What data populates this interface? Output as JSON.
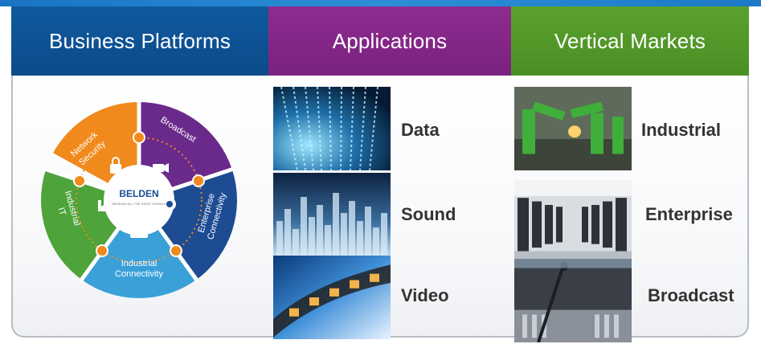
{
  "headers": {
    "business_platforms": "Business Platforms",
    "applications": "Applications",
    "vertical_markets": "Vertical Markets"
  },
  "wheel": {
    "brand": "BELDEN",
    "tagline": "SENDING ALL THE RIGHT SIGNALS",
    "segments": {
      "network_security": [
        "Network",
        "Security"
      ],
      "broadcast": "Broadcast",
      "enterprise_connectivity": [
        "Enterprise",
        "Connectivity"
      ],
      "industrial_connectivity": [
        "Industrial",
        "Connectivity"
      ],
      "industrial_it": [
        "Industrial",
        "IT"
      ]
    },
    "colors": {
      "network_security": "#f08a1c",
      "broadcast": "#6a2a8c",
      "enterprise_connectivity": "#1d4c92",
      "industrial_connectivity": "#3aa0d8",
      "industrial_it": "#4ea33a"
    }
  },
  "applications": [
    {
      "label": "Data"
    },
    {
      "label": "Sound"
    },
    {
      "label": "Video"
    }
  ],
  "vertical_markets": [
    {
      "label": "Industrial"
    },
    {
      "label": "Enterprise"
    },
    {
      "label": "Broadcast"
    }
  ]
}
